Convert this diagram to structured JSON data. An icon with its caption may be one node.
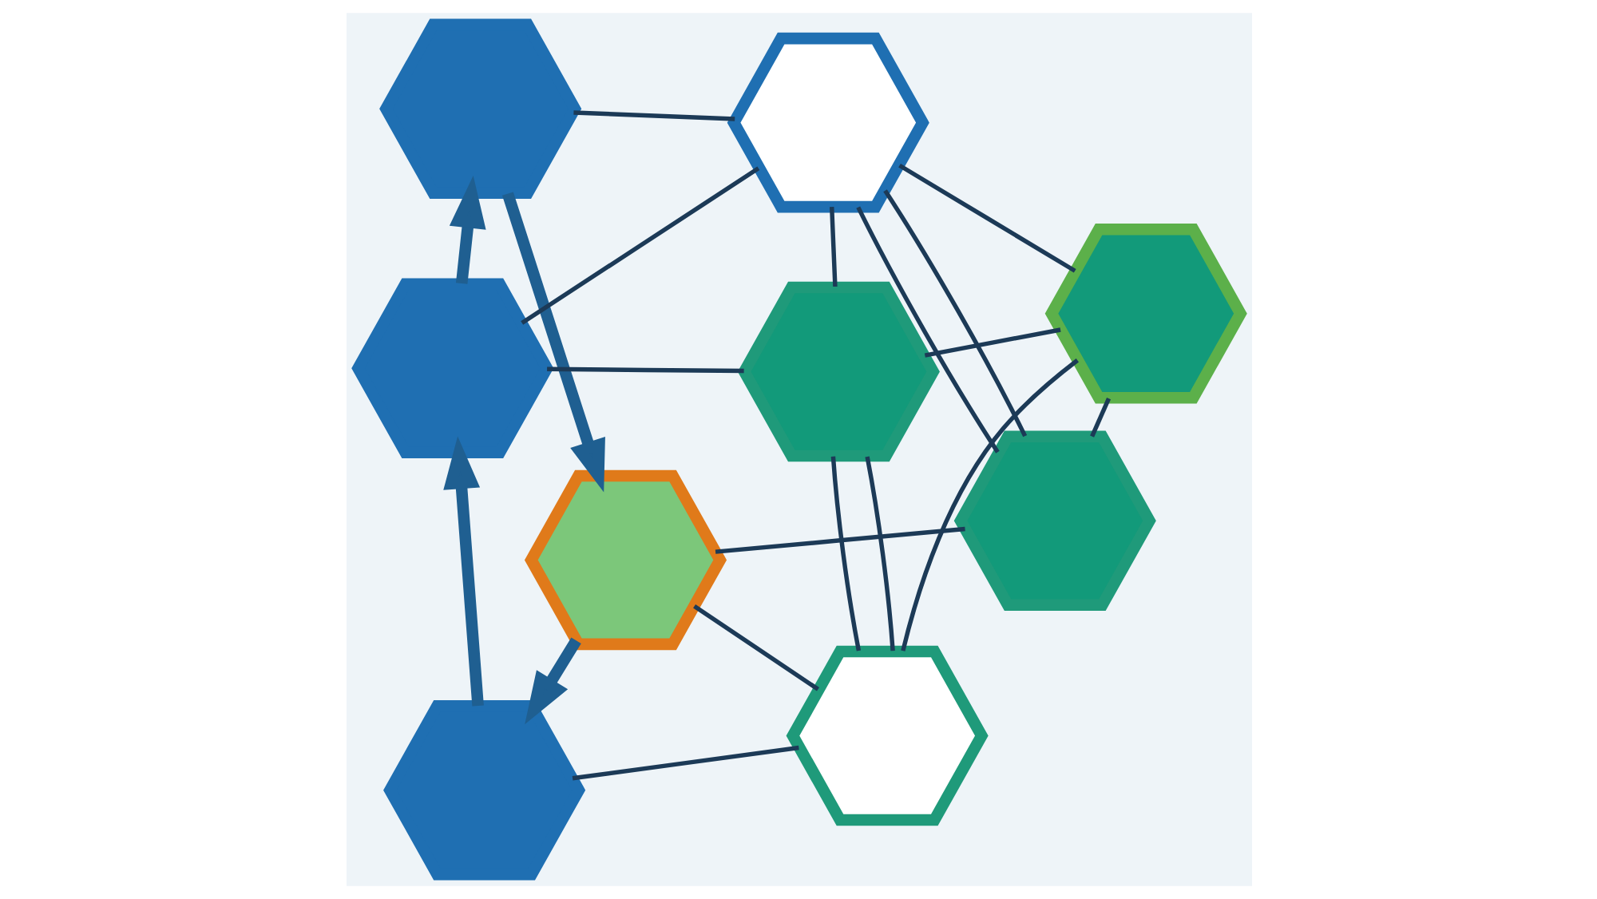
{
  "diagram": {
    "nodes": [
      {
        "text": [],
        "shape": "hexagon"
      },
      {
        "text": [],
        "shape": "hexagon"
      },
      {
        "text": [],
        "shape": "hexagon"
      },
      {
        "text": [],
        "shape": "hexagon"
      },
      {
        "text": [],
        "shape": "hexagon"
      },
      {
        "text": [],
        "shape": "hexagon"
      },
      {
        "text": [],
        "shape": "hexagon"
      },
      {
        "text": [],
        "shape": "hexagon"
      },
      {
        "text": [],
        "shape": "hexagon"
      }
    ],
    "edges": [
      {
        "from": 3,
        "to": 0,
        "arrow": "to",
        "style": "thick",
        "color": "#1f5f91"
      },
      {
        "from": 0,
        "to": 5,
        "arrow": "to",
        "style": "thick",
        "color": "#1f5f91"
      },
      {
        "from": 5,
        "to": 8,
        "arrow": "to",
        "style": "thick",
        "color": "#1f5f91"
      },
      {
        "from": 8,
        "to": 3,
        "arrow": "to",
        "style": "thick",
        "color": "#1f5f91"
      },
      {
        "from": 0,
        "to": 1,
        "arrow": "none"
      },
      {
        "from": 1,
        "to": 2,
        "arrow": "none"
      },
      {
        "from": 1,
        "to": 2,
        "arrow": "none"
      },
      {
        "from": 1,
        "to": 3,
        "arrow": "none"
      },
      {
        "from": 1,
        "to": 4,
        "arrow": "none"
      },
      {
        "from": 1,
        "to": 6,
        "arrow": "none"
      },
      {
        "from": 2,
        "to": 4,
        "arrow": "none"
      },
      {
        "from": 2,
        "to": 5,
        "arrow": "none"
      },
      {
        "from": 3,
        "to": 6,
        "arrow": "none"
      },
      {
        "from": 4,
        "to": 6,
        "arrow": "none"
      },
      {
        "from": 4,
        "to": 7,
        "arrow": "none"
      },
      {
        "from": 5,
        "to": 7,
        "arrow": "none"
      },
      {
        "from": 6,
        "to": 7,
        "arrow": "none"
      },
      {
        "from": 6,
        "to": 7,
        "arrow": "none"
      },
      {
        "from": 7,
        "to": 8,
        "arrow": "none"
      }
    ]
  }
}
